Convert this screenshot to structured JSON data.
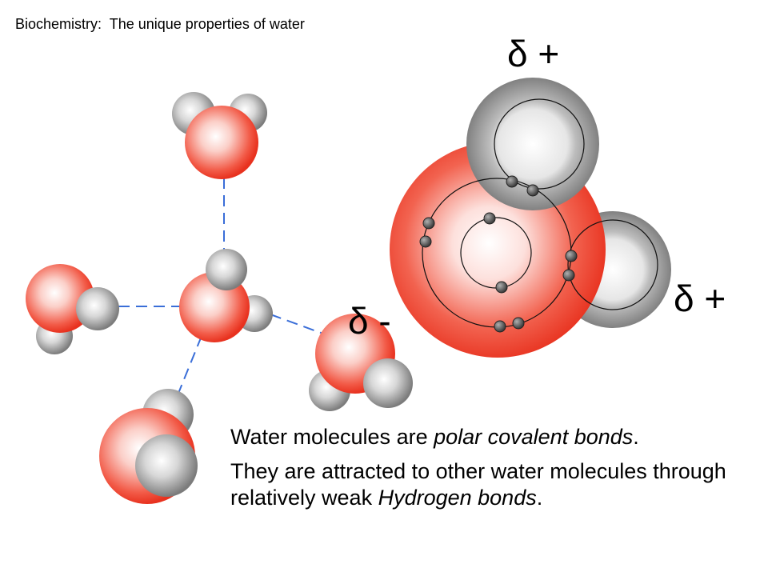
{
  "header": {
    "title": "Biochemistry:  The unique properties of water"
  },
  "labels": {
    "delta_top": "δ +",
    "delta_right": "δ +",
    "delta_minus": "δ -"
  },
  "caption": {
    "line1_before": "Water molecules are ",
    "line1_italic": "polar covalent bonds",
    "line1_after": ".",
    "line2_before": "They are attracted to other water molecules through relatively weak ",
    "line2_italic": "Hydrogen bonds",
    "line2_after": "."
  },
  "colors": {
    "oxygen": "#ee3a2a",
    "hydrogen": "#808080",
    "hydrogen_bond": "#3a6ed8"
  }
}
